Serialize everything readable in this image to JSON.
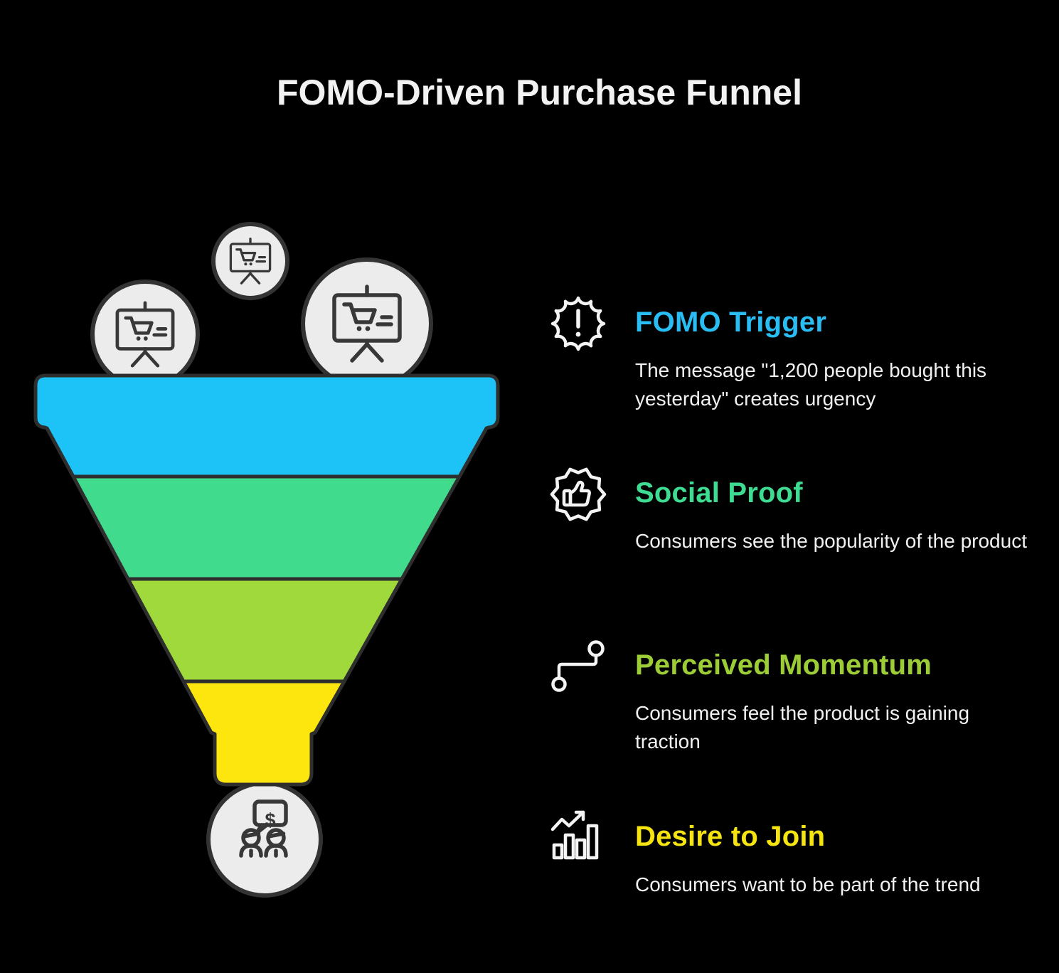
{
  "title": "FOMO-Driven Purchase Funnel",
  "funnel": {
    "outline_color": "#2e2e2e",
    "bubble_fill": "#ececec",
    "bubble_icon": "presentation-cart-icon",
    "bottom_icon": "people-dollar-chat-icon",
    "dollar_text": "$",
    "layers": [
      {
        "label": "FOMO Trigger",
        "color": "#1dc3f7"
      },
      {
        "label": "Social Proof",
        "color": "#41db8d"
      },
      {
        "label": "Perceived Momentum",
        "color": "#a0d93c"
      },
      {
        "label": "Desire to Join",
        "color": "#fde60d"
      }
    ]
  },
  "sections": [
    {
      "heading": "FOMO Trigger",
      "heading_color": "#29bdf3",
      "icon": "exclamation-badge-icon",
      "body": "The message \"1,200 people bought this yesterday\" creates urgency"
    },
    {
      "heading": "Social Proof",
      "heading_color": "#3edc92",
      "icon": "thumbs-up-badge-icon",
      "body": "Consumers see the popularity of the product"
    },
    {
      "heading": "Perceived Momentum",
      "heading_color": "#9ccd37",
      "icon": "momentum-steps-icon",
      "body": "Consumers feel the product is gaining traction"
    },
    {
      "heading": "Desire to Join",
      "heading_color": "#f6e411",
      "icon": "growth-chart-arrow-icon",
      "body": "Consumers want to be part of the trend"
    }
  ]
}
